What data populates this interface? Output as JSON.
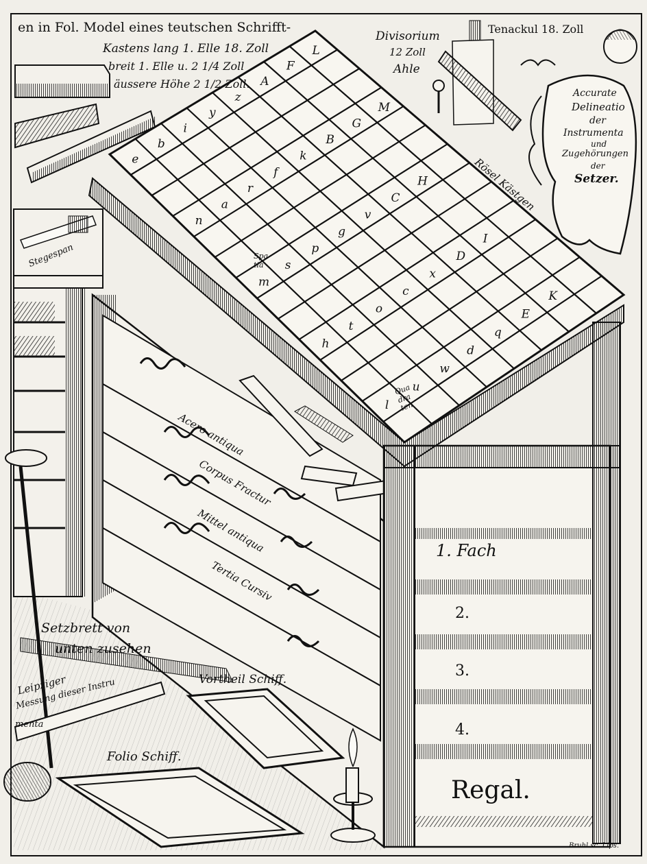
{
  "labels": {
    "model_line1": "en in Fol. Model eines teutschen Schrifft-",
    "model_line2": "Kastens lang 1. Elle 18. Zoll",
    "model_line3": "breit 1. Elle u. 2 1/4 Zoll",
    "model_line4": "äussere Höhe 2 1/2 Zoll.",
    "divisorium": "Divisorium",
    "divisorium_size": "12 Zoll",
    "ahle": "Ahle",
    "tenackul": "Tenackul 18. Zoll",
    "cartouche_1": "Accurate",
    "cartouche_2": "Delineatio",
    "cartouche_3": "der",
    "cartouche_4": "Instrumenta",
    "cartouche_5": "und",
    "cartouche_6": "Zugehörungen",
    "cartouche_7": "der",
    "cartouche_8": "Setzer.",
    "roesel_kaestgen": "Rösel Kästgen",
    "stegespan": "Stegespan",
    "spatia": "Spa tia",
    "quadraten": "Qua dra ten",
    "drawer_1": "Acero antiqua",
    "drawer_2": "Corpus Fractur",
    "drawer_3": "Mittel antiqua",
    "drawer_4": "Tertia Cursiv",
    "fach_1": "1. Fach",
    "fach_2": "2.",
    "fach_3": "3.",
    "fach_4": "4.",
    "regal": "Regal.",
    "setzbrett_1": "Setzbrett von",
    "setzbrett_2": "unten zusehen",
    "leipziger_1": "Leipziger",
    "leipziger_2": "Messung dieser Instru",
    "leipziger_3": "menta",
    "vortheil_schiff": "Vortheil Schiff.",
    "folio_schiff": "Folio Schiff.",
    "signature": "Bruhl sc. Lips."
  },
  "case_letters": [
    "e",
    "n",
    "m",
    "h",
    "l",
    "b",
    "a",
    "s",
    "t",
    "u",
    "i",
    "r",
    "p",
    "o",
    "w",
    "y",
    "f",
    "g",
    "c",
    "d",
    "z",
    "k",
    "v",
    "x",
    "q",
    "A",
    "B",
    "C",
    "D",
    "E",
    "F",
    "G",
    "H",
    "I",
    "K",
    "L",
    "M"
  ]
}
